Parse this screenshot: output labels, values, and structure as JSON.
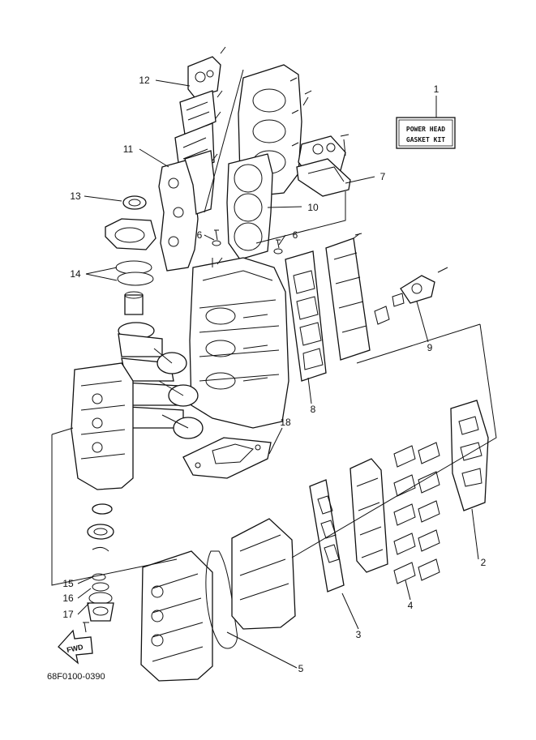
{
  "kit_label": {
    "line1": "POWER HEAD",
    "line2": "GASKET KIT"
  },
  "direction_label": "FWD",
  "diagram_code": "68F0100-0390",
  "callouts": [
    {
      "id": "1",
      "part": "gasket-kit"
    },
    {
      "id": "2",
      "part": "reed-valve-gasket-right"
    },
    {
      "id": "3",
      "part": "reed-valve-gasket-center"
    },
    {
      "id": "4",
      "part": "reed-valve"
    },
    {
      "id": "5",
      "part": "intake-manifold-gasket"
    },
    {
      "id": "6",
      "part": "gasket-washer"
    },
    {
      "id": "7",
      "part": "thermostat-cover-gasket"
    },
    {
      "id": "8",
      "part": "exhaust-cover-gasket"
    },
    {
      "id": "9",
      "part": "pressure-valve-gasket"
    },
    {
      "id": "10",
      "part": "cylinder-head-gasket"
    },
    {
      "id": "11",
      "part": "exhaust-manifold-gasket"
    },
    {
      "id": "12",
      "part": "exhaust-cover-gasket-upper"
    },
    {
      "id": "13",
      "part": "oil-seal"
    },
    {
      "id": "14",
      "part": "o-ring"
    },
    {
      "id": "15",
      "part": "oil-seal-lower"
    },
    {
      "id": "16",
      "part": "o-ring-lower"
    },
    {
      "id": "17",
      "part": "o-ring-housing"
    },
    {
      "id": "18",
      "part": "base-gasket"
    }
  ]
}
